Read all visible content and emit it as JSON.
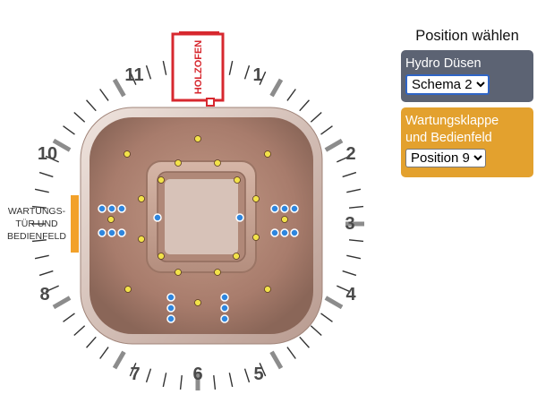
{
  "diagram": {
    "clock_numbers": [
      "1",
      "2",
      "3",
      "4",
      "5",
      "6",
      "7",
      "8",
      "10",
      "11"
    ],
    "stove_label": "HOLZOFEN",
    "side_label_lines": [
      "WARTUNGS-",
      "TÜR UND",
      "BEDIENFELD"
    ]
  },
  "panel": {
    "title": "Position wählen",
    "hydro": {
      "label": "Hydro Düsen",
      "selected": "Schema 2"
    },
    "wartung": {
      "label_line1": "Wartungsklappe",
      "label_line2": "und Bedienfeld",
      "selected": "Position 9"
    }
  },
  "colors": {
    "accent_orange": "#f2a12a",
    "jet_blue": "#2e86de",
    "light_yellow": "#f2e24a",
    "stove_red": "#d7282f",
    "hydro_card": "#5c6373",
    "wartung_card": "#e3a12e"
  }
}
